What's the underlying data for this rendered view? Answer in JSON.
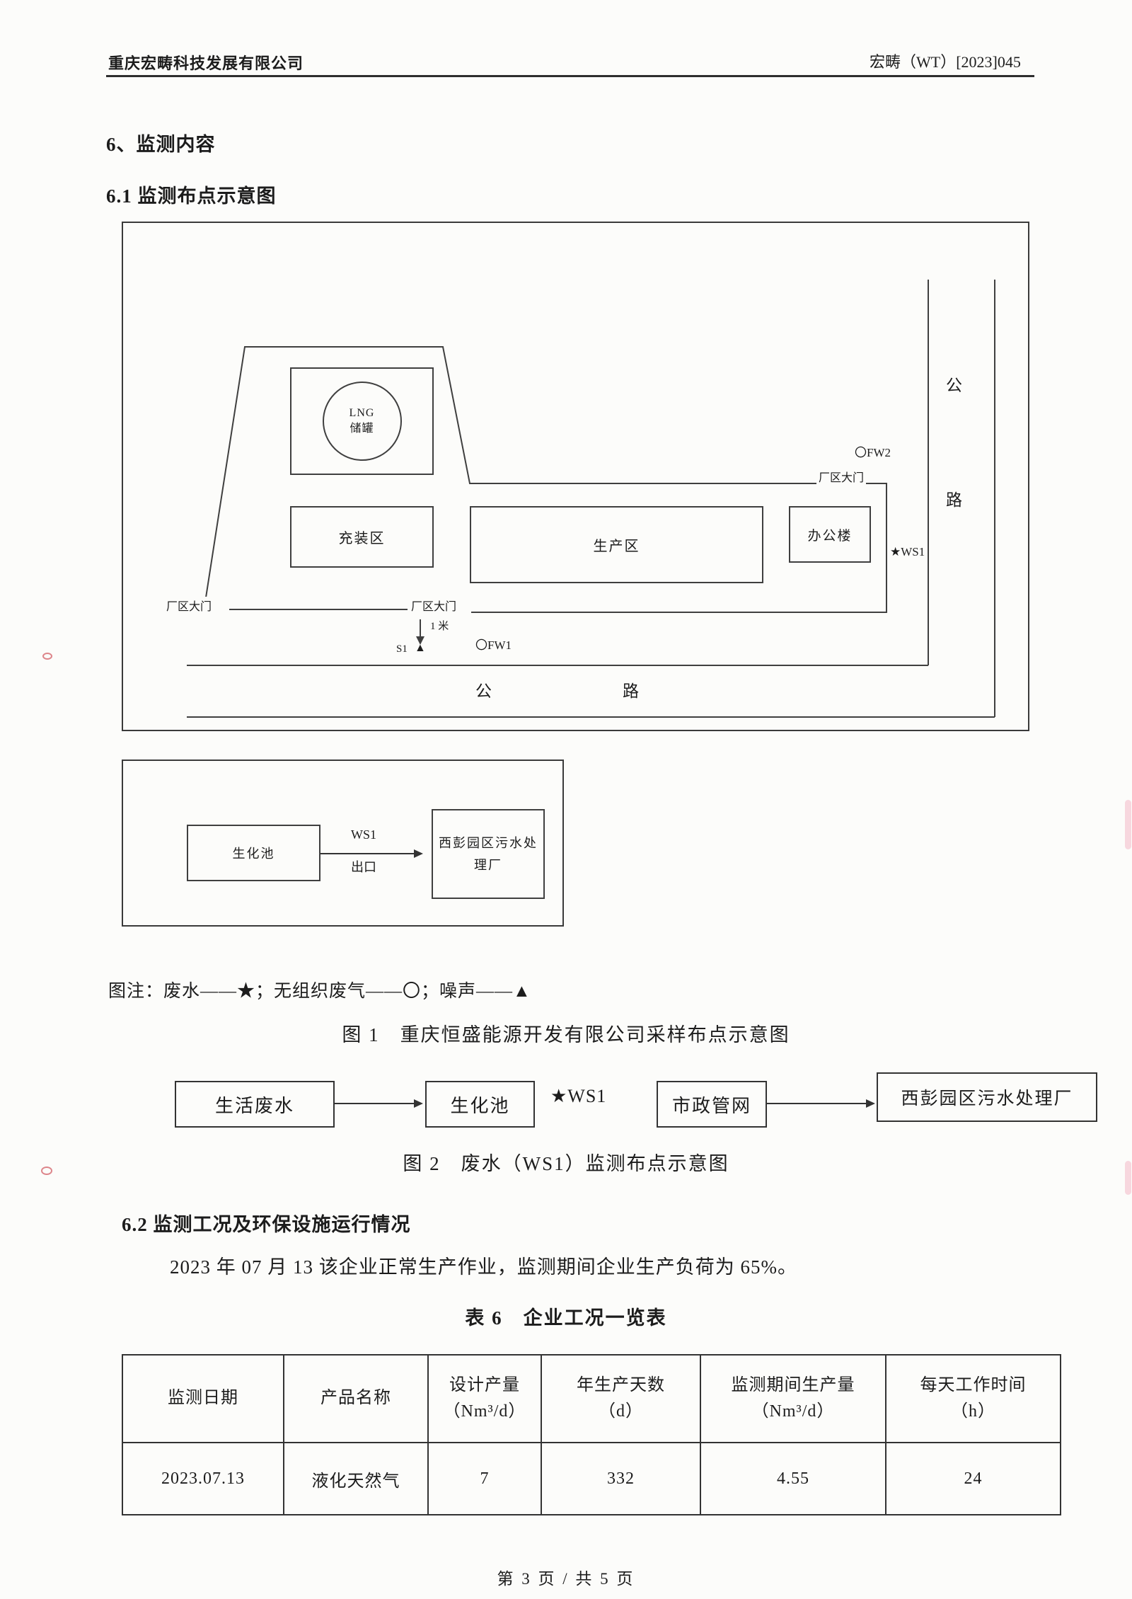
{
  "header": {
    "company": "重庆宏畴科技发展有限公司",
    "doc_number": "宏畴（WT）[2023]045"
  },
  "headings": {
    "section6": "6、监测内容",
    "section61": "6.1 监测布点示意图",
    "section62": "6.2 监测工况及环保设施运行情况"
  },
  "figure1": {
    "lng_line1": "LNG",
    "lng_line2": "储罐",
    "filling_area": "充装区",
    "production_area": "生产区",
    "office_building": "办公楼",
    "fw2_marker": "〇FW2",
    "gate_label_north": "厂区大门",
    "ws1_marker": "★WS1",
    "gate_label_west": "厂区大门",
    "gate_label_south": "厂区大门",
    "distance_label": "1 米",
    "s1_label": "S1",
    "s1_marker": "▲",
    "fw1_marker": "〇FW1",
    "road_bottom_char1": "公",
    "road_bottom_char2": "路",
    "road_right_char1": "公",
    "road_right_char2": "路"
  },
  "figure1b": {
    "biochemical_pool": "生化池",
    "arrow_label_line1": "WS1",
    "arrow_label_line2": "出口",
    "treatment_plant": "西彭园区污水处理厂"
  },
  "legend": "图注：废水——★；无组织废气——〇；噪声——▲",
  "fig1_caption": "图 1　重庆恒盛能源开发有限公司采样布点示意图",
  "figure2": {
    "box1": "生活废水",
    "box2": "生化池",
    "ws1_label": "★WS1",
    "box3": "市政管网",
    "box4": "西彭园区污水处理厂"
  },
  "fig2_caption": "图 2　废水（WS1）监测布点示意图",
  "paragraph_62": "2023 年 07 月 13 该企业正常生产作业，监测期间企业生产负荷为 65%。",
  "table6": {
    "title": "表 6　企业工况一览表",
    "headers": [
      {
        "line1": "监测日期",
        "line2": ""
      },
      {
        "line1": "产品名称",
        "line2": ""
      },
      {
        "line1": "设计产量",
        "line2": "（Nm³/d）"
      },
      {
        "line1": "年生产天数",
        "line2": "（d）"
      },
      {
        "line1": "监测期间生产量",
        "line2": "（Nm³/d）"
      },
      {
        "line1": "每天工作时间",
        "line2": "（h）"
      }
    ],
    "row": [
      "2023.07.13",
      "液化天然气",
      "7",
      "332",
      "4.55",
      "24"
    ]
  },
  "footer": "第 3 页 / 共 5 页"
}
